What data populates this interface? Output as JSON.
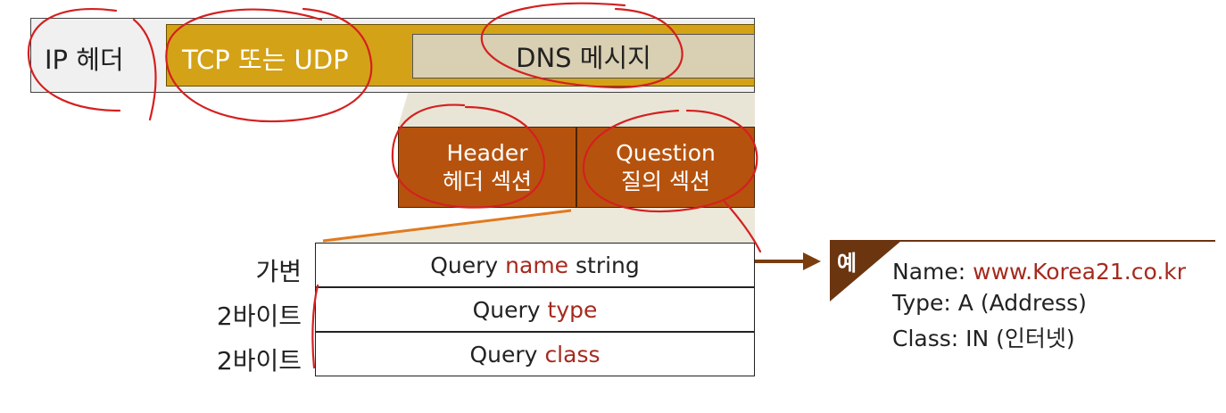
{
  "packet": {
    "ip_header": "IP 헤더",
    "transport": "TCP 또는 UDP",
    "dns_message": "DNS 메시지"
  },
  "sections": {
    "header_en": "Header",
    "header_ko": "헤더 섹션",
    "question_en": "Question",
    "question_ko": "질의 섹션"
  },
  "question_fields": [
    {
      "size": "가변",
      "prefix": "Query ",
      "keyword": "name",
      "suffix": " string"
    },
    {
      "size": "2바이트",
      "prefix": "Query ",
      "keyword": "type",
      "suffix": ""
    },
    {
      "size": "2바이트",
      "prefix": "Query ",
      "keyword": "class",
      "suffix": ""
    }
  ],
  "example": {
    "badge": "예",
    "name_label": "Name: ",
    "name_value": "www.Korea21.co.kr",
    "type_line": "Type: A (Address)",
    "class_line": "Class: IN (인터넷)"
  },
  "colors": {
    "transport_fill": "#d4a217",
    "dns_fill": "#d9cfb2",
    "section_fill": "#b5530e",
    "highlight_text": "#a52a1e",
    "annotation_red": "#d42020",
    "arrow_brown": "#7a3d10"
  }
}
